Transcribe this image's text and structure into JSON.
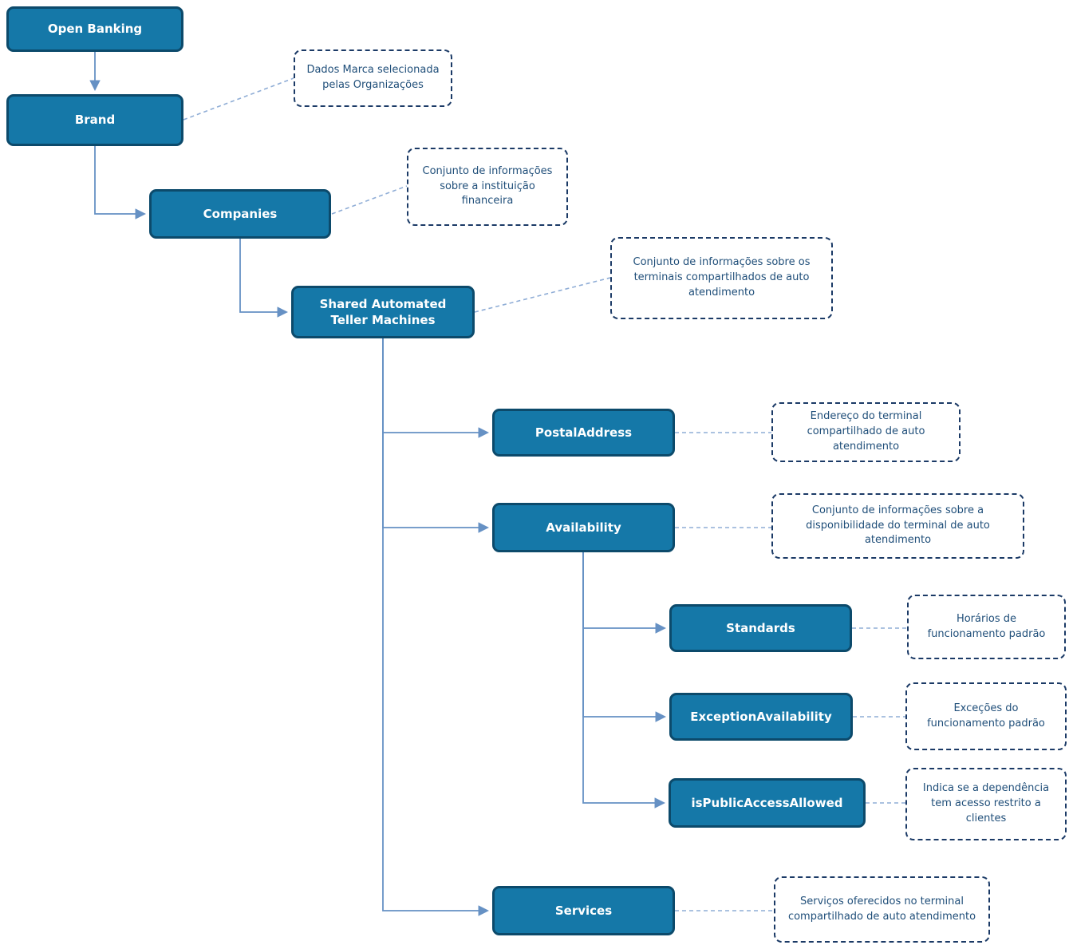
{
  "diagram": {
    "nodes": [
      {
        "id": "open-banking",
        "label": "Open Banking"
      },
      {
        "id": "brand",
        "label": "Brand"
      },
      {
        "id": "companies",
        "label": "Companies"
      },
      {
        "id": "shared-atm",
        "label": "Shared Automated Teller Machines"
      },
      {
        "id": "postal-address",
        "label": "PostalAddress"
      },
      {
        "id": "availability",
        "label": "Availability"
      },
      {
        "id": "standards",
        "label": "Standards"
      },
      {
        "id": "exception-availability",
        "label": "ExceptionAvailability"
      },
      {
        "id": "is-public-access-allowed",
        "label": "isPublicAccessAllowed"
      },
      {
        "id": "services",
        "label": "Services"
      }
    ],
    "annotations": [
      {
        "for": "brand",
        "text": "Dados Marca selecionada pelas Organizações"
      },
      {
        "for": "companies",
        "text": "Conjunto de informações sobre a instituição financeira"
      },
      {
        "for": "shared-atm",
        "text": "Conjunto de informações sobre os terminais compartilhados de auto atendimento"
      },
      {
        "for": "postal-address",
        "text": "Endereço do terminal compartilhado de auto atendimento"
      },
      {
        "for": "availability",
        "text": "Conjunto de informações sobre a disponibilidade do terminal de auto atendimento"
      },
      {
        "for": "standards",
        "text": "Horários de funcionamento padrão"
      },
      {
        "for": "exception-availability",
        "text": "Exceções do funcionamento padrão"
      },
      {
        "for": "is-public-access-allowed",
        "text": "Indica se a dependência tem acesso restrito a clientes"
      },
      {
        "for": "services",
        "text": "Serviços oferecidos no terminal compartilhado de auto atendimento"
      }
    ],
    "colors": {
      "node_fill": "#1578a8",
      "node_border": "#0c4a6b",
      "node_text": "#ffffff",
      "annotation_border": "#1b3a66",
      "annotation_text": "#1f4e79",
      "connector": "#6691c4",
      "dashed_connector": "#8fadd6"
    }
  }
}
